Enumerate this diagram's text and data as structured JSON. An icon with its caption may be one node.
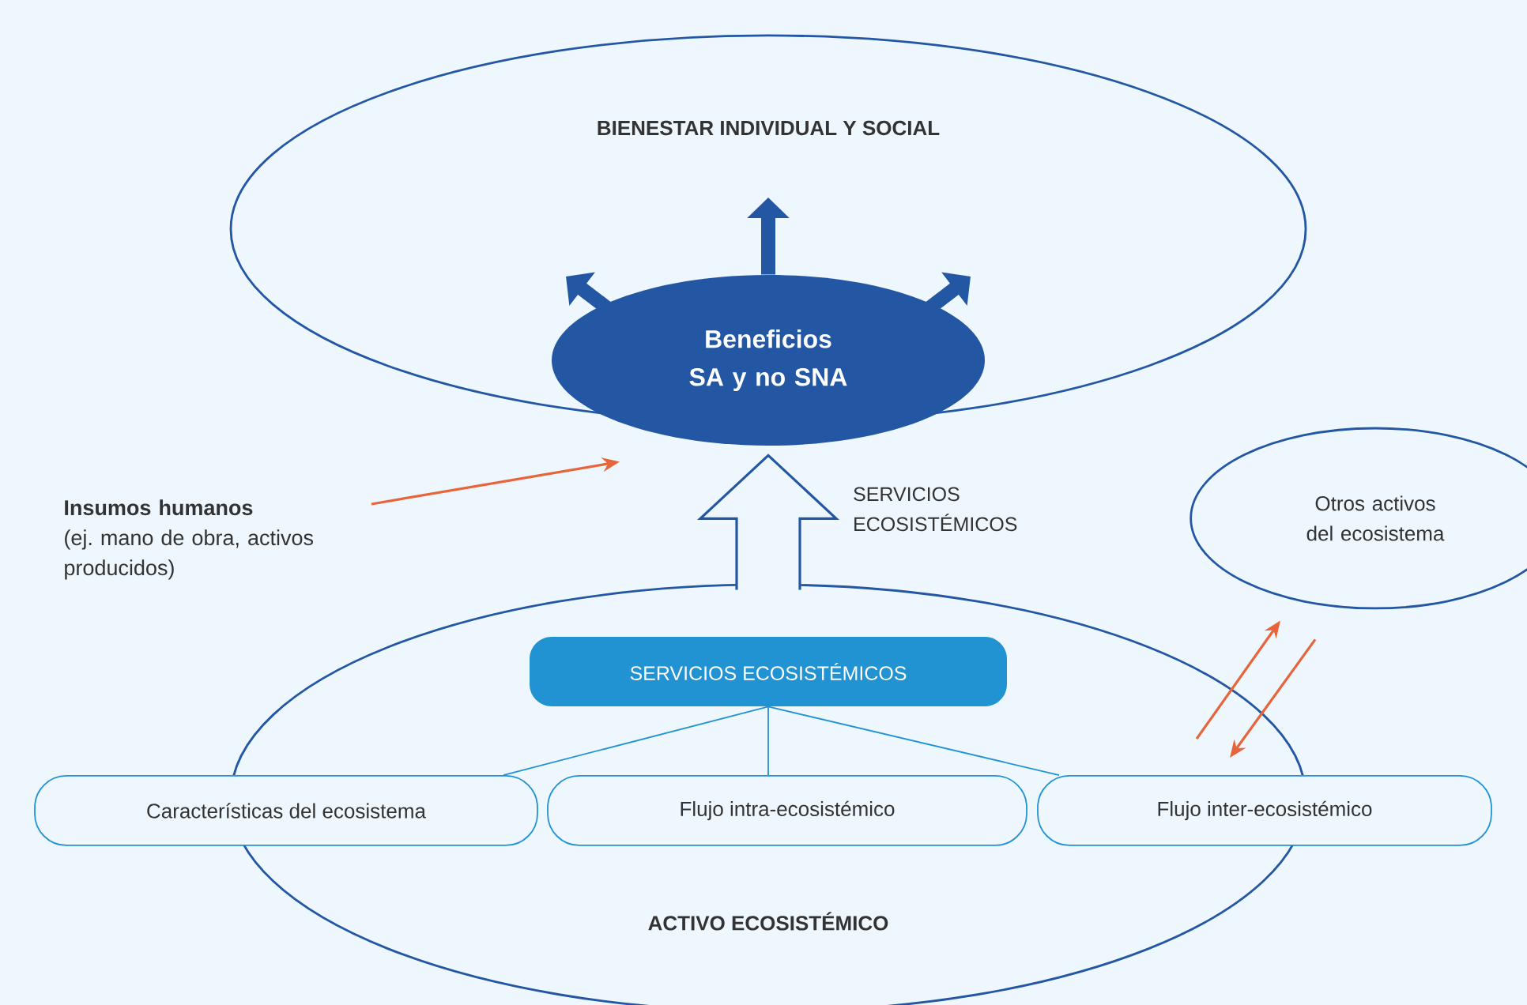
{
  "diagram": {
    "nodes": [
      {
        "text": [
          "BIENESTAR INDIVIDUAL Y SOCIAL"
        ]
      },
      {
        "text": [
          "Beneficios SA y no SNA"
        ]
      },
      {
        "text": [
          "ACTIVO ECOSISTÉMICO"
        ]
      },
      {
        "text": [
          "SERVICIOS ECOSISTÉMICOS"
        ],
        "in": 2
      },
      {
        "text": [
          "Características del ecosistema"
        ]
      },
      {
        "text": [
          "Flujo intra-ecosistémico"
        ],
        "in": 2
      },
      {
        "text": [
          "Flujo inter-ecosistémico"
        ]
      },
      {
        "text": [
          "Insumos humanos",
          "(ej. mano de obra, activos producidos)"
        ]
      },
      {
        "text": [
          "Otros activos del ecosistema"
        ]
      }
    ],
    "edges": [
      {
        "from": 1,
        "to": 0,
        "arrow": "to",
        "style": "thick"
      },
      {
        "from": 1,
        "to": 0,
        "arrow": "to",
        "style": "thick"
      },
      {
        "from": 1,
        "to": 0,
        "arrow": "to",
        "style": "thick"
      },
      {
        "from": 2,
        "to": 1,
        "arrow": "to",
        "style": "thick",
        "label": "SERVICIOS ECOSISTÉMICOS"
      },
      {
        "from": 7,
        "to": 1,
        "arrow": "to",
        "color": "#e8643a"
      },
      {
        "from": 3,
        "to": 4,
        "arrow": "none",
        "color": "#2193d2"
      },
      {
        "from": 3,
        "to": 5,
        "arrow": "none",
        "color": "#2193d2"
      },
      {
        "from": 3,
        "to": 6,
        "arrow": "none",
        "color": "#2193d2"
      },
      {
        "from": 6,
        "to": 8,
        "arrow": "to",
        "color": "#e8643a"
      },
      {
        "from": 8,
        "to": 6,
        "arrow": "to",
        "color": "#e8643a"
      }
    ]
  }
}
